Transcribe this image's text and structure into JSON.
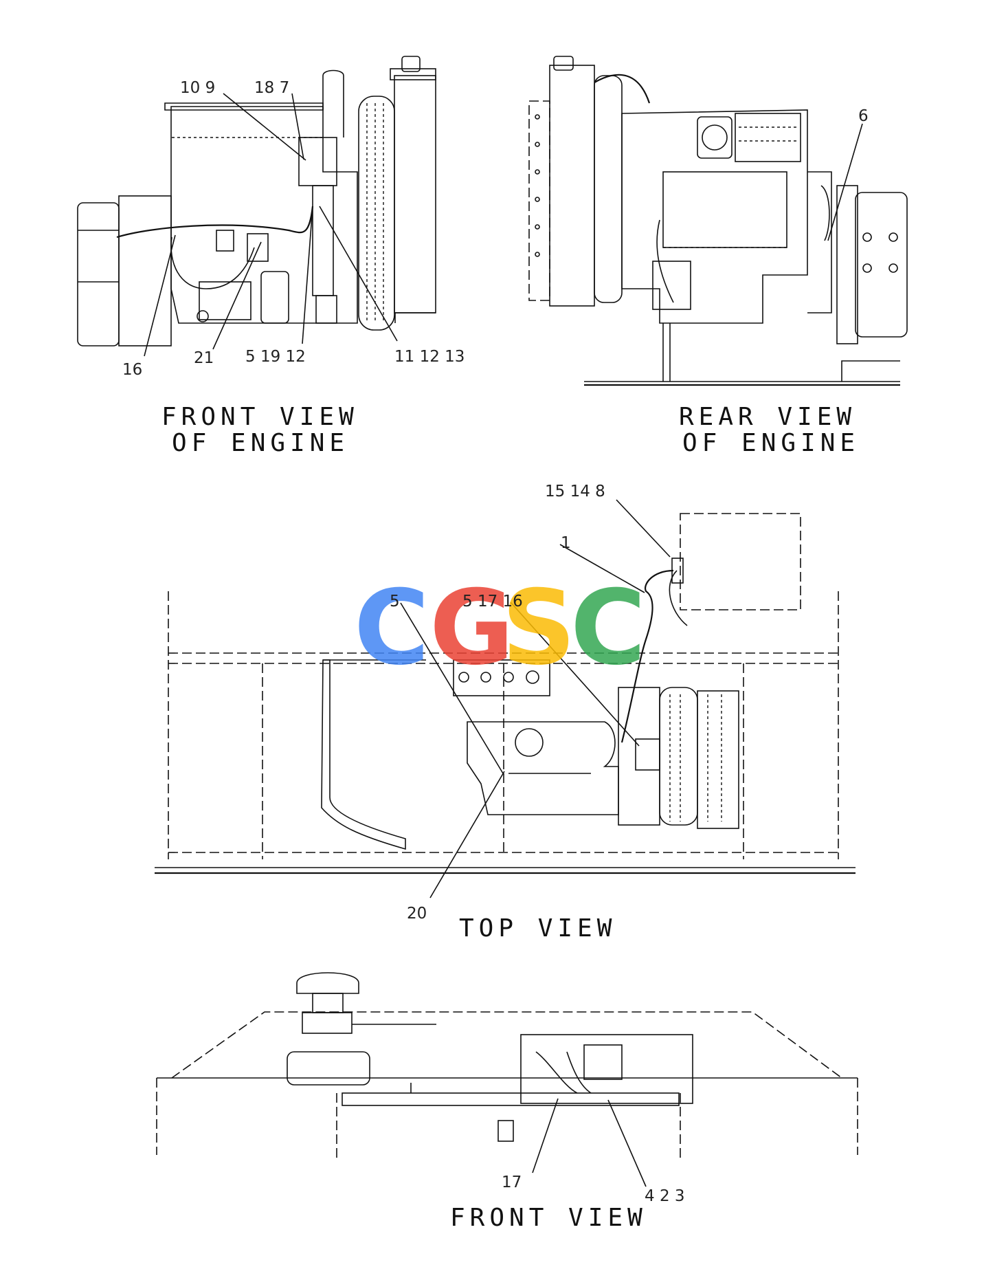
{
  "watermark": {
    "letters": [
      "C",
      "G",
      "S",
      "C"
    ],
    "colors": [
      "#4285F4",
      "#EA4335",
      "#FBBC05",
      "#34A853"
    ]
  },
  "views": {
    "front_engine": {
      "title_line1": "FRONT VIEW",
      "title_line2": "OF ENGINE"
    },
    "rear_engine": {
      "title_line1": "REAR VIEW",
      "title_line2": "OF ENGINE"
    },
    "top": {
      "title": "TOP VIEW"
    },
    "front": {
      "title": "FRONT VIEW"
    }
  },
  "callouts": {
    "fe_10_9": "10 9",
    "fe_18_7": "18 7",
    "fe_16": "16",
    "fe_21": "21",
    "fe_5_19_12": "5 19 12",
    "fe_11_12_13": "11 12 13",
    "re_6": "6",
    "tv_15_14_8": "15 14 8",
    "tv_1": "1",
    "tv_5": "5",
    "tv_5_17_16": "5 17 16",
    "tv_20": "20",
    "fv_17": "17",
    "fv_4_2_3": "4 2 3"
  }
}
